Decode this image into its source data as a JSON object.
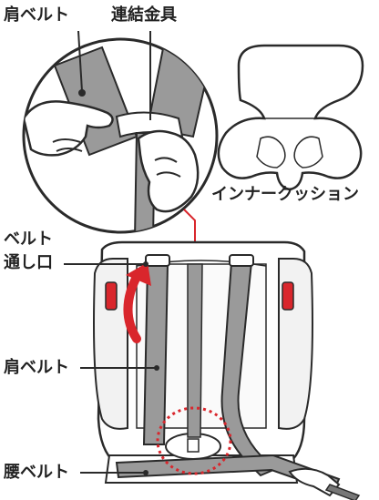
{
  "labels": {
    "shoulder_belt_top": "肩ベルト",
    "connector": "連結金具",
    "inner_cushion": "インナークッション",
    "belt_slot_line1": "ベルト",
    "belt_slot_line2": "通し口",
    "shoulder_belt_side": "肩ベルト",
    "lap_belt": "腰ベルト"
  },
  "colors": {
    "belt_gray": "#9a9a9a",
    "outline": "#2a2a2a",
    "arrow_red": "#d9262c",
    "highlight_red": "#d9262c",
    "seat_fill": "#ffffff",
    "shade": "#e8e8e8"
  }
}
